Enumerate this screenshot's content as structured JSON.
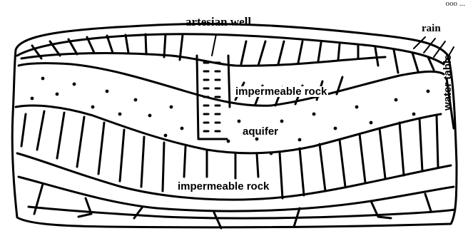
{
  "labels": {
    "artesian_well": "artesian well",
    "rain": "rain",
    "impermeable_rock_top": "impermeable rock",
    "aquifer": "aquifer",
    "impermeable_rock_bottom": "impermeable rock",
    "water_table": "water table",
    "corner_fragment": "ooo ..."
  },
  "colors": {
    "line": "#000000",
    "background": "#ffffff"
  }
}
